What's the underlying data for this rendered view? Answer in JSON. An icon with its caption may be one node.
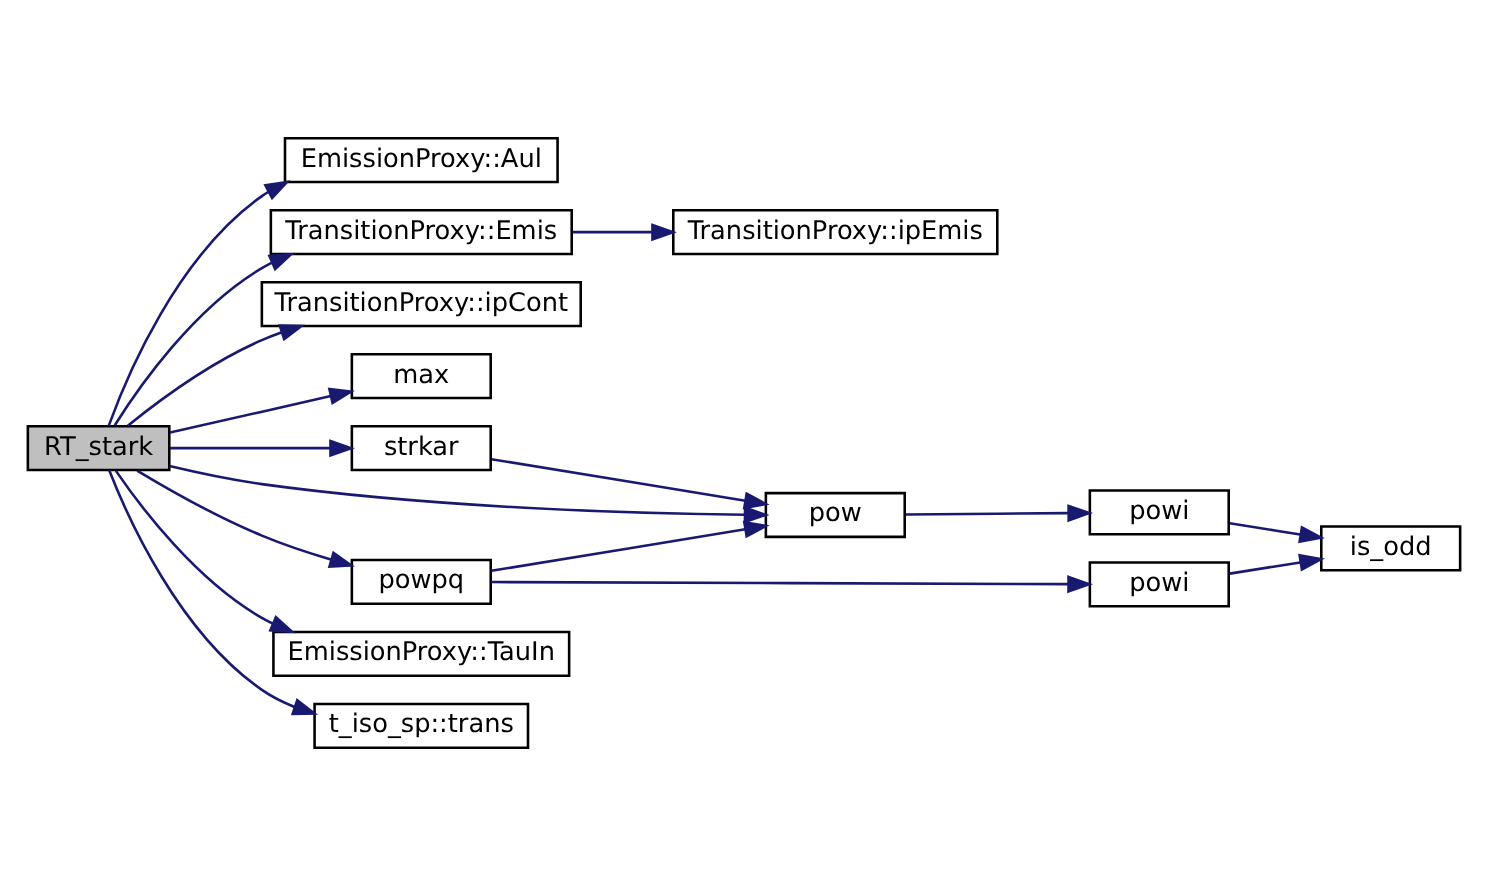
{
  "diagram": {
    "nodes": [
      {
        "text": [
          "RT_stark"
        ]
      },
      {
        "text": [
          "EmissionProxy::Aul"
        ]
      },
      {
        "text": [
          "TransitionProxy::Emis"
        ]
      },
      {
        "text": [
          "TransitionProxy::ipEmis"
        ]
      },
      {
        "text": [
          "TransitionProxy::ipCont"
        ]
      },
      {
        "text": [
          "max"
        ]
      },
      {
        "text": [
          "strkar"
        ]
      },
      {
        "text": [
          "powpq"
        ]
      },
      {
        "text": [
          "pow"
        ]
      },
      {
        "text": [
          "powi"
        ]
      },
      {
        "text": [
          "powi"
        ]
      },
      {
        "text": [
          "is_odd"
        ]
      },
      {
        "text": [
          "EmissionProxy::TauIn"
        ]
      },
      {
        "text": [
          "t_iso_sp::trans"
        ]
      }
    ],
    "edges": [
      {
        "from": 0,
        "to": 1,
        "arrow": "to"
      },
      {
        "from": 0,
        "to": 2,
        "arrow": "to"
      },
      {
        "from": 2,
        "to": 3,
        "arrow": "to"
      },
      {
        "from": 0,
        "to": 4,
        "arrow": "to"
      },
      {
        "from": 0,
        "to": 5,
        "arrow": "to"
      },
      {
        "from": 0,
        "to": 8,
        "arrow": "to"
      },
      {
        "from": 0,
        "to": 6,
        "arrow": "to"
      },
      {
        "from": 6,
        "to": 8,
        "arrow": "to"
      },
      {
        "from": 0,
        "to": 7,
        "arrow": "to"
      },
      {
        "from": 7,
        "to": 8,
        "arrow": "to"
      },
      {
        "from": 7,
        "to": 10,
        "arrow": "to"
      },
      {
        "from": 8,
        "to": 9,
        "arrow": "to"
      },
      {
        "from": 9,
        "to": 11,
        "arrow": "to"
      },
      {
        "from": 10,
        "to": 11,
        "arrow": "to"
      },
      {
        "from": 0,
        "to": 12,
        "arrow": "to"
      },
      {
        "from": 0,
        "to": 13,
        "arrow": "to"
      }
    ]
  }
}
